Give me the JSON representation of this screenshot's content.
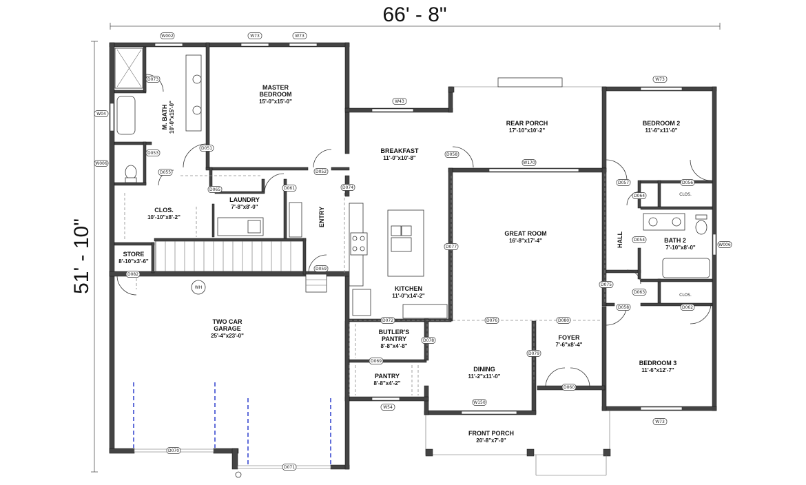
{
  "dimensions": {
    "width": "66' - 8\"",
    "depth": "51' - 10\""
  },
  "rooms": {
    "master_bedroom": {
      "name": "MASTER",
      "name2": "BEDROOM",
      "size": "15'-0\"x15'-0\""
    },
    "m_bath": {
      "name": "M. BATH",
      "size": "10'-0\"x15'-0\""
    },
    "breakfast": {
      "name": "BREAKFAST",
      "size": "11'-0\"x10'-8\""
    },
    "rear_porch": {
      "name": "REAR PORCH",
      "size": "17'-10\"x10'-2\""
    },
    "bedroom2": {
      "name": "BEDROOM 2",
      "size": "11'-6\"x11'-0\""
    },
    "laundry": {
      "name": "LAUNDRY",
      "size": "7'-8\"x8'-0\""
    },
    "clos": {
      "name": "CLOS.",
      "size": "10'-10\"x8'-2\""
    },
    "entry": {
      "name": "ENTRY"
    },
    "great_room": {
      "name": "GREAT ROOM",
      "size": "16'-8\"x17'-4\""
    },
    "hall": {
      "name": "HALL"
    },
    "bath2": {
      "name": "BATH 2",
      "size": "7'-10\"x8'-0\""
    },
    "store": {
      "name": "STORE",
      "size": "8'-10\"x3'-6\""
    },
    "kitchen": {
      "name": "KITCHEN",
      "size": "11'-0\"x14'-2\""
    },
    "two_car_garage": {
      "name": "TWO CAR",
      "name2": "GARAGE",
      "size": "25'-4\"x23'-0\""
    },
    "butlers_pantry": {
      "name": "BUTLER'S",
      "name2": "PANTRY",
      "size": "8'-8\"x4'-8\""
    },
    "foyer": {
      "name": "FOYER",
      "size": "7'-6\"x8'-4\""
    },
    "dining": {
      "name": "DINING",
      "size": "11'-2\"x11'-0\""
    },
    "pantry": {
      "name": "PANTRY",
      "size": "8'-8\"x4'-2\""
    },
    "bedroom3": {
      "name": "BEDROOM 3",
      "size": "11'-6\"x12'-7\""
    },
    "front_porch": {
      "name": "FRONT PORCH",
      "size": "20'-8\"x7'-0\""
    }
  },
  "fixtures": {
    "water_heater": "WH",
    "clos_small": "CLOS."
  },
  "tags": {
    "w_left": "W002",
    "w_top1": "W73",
    "w_top2": "W73",
    "w_bath_side": "W04",
    "w_wc_side": "W006",
    "w_breakfast": "W43",
    "w_rear_porch": "W170",
    "w_bed2_top": "W73",
    "w_bath2_side": "W006",
    "w_pantry": "W54",
    "w_dining": "W150",
    "w_bed3_bottom": "W73",
    "d073": "D073",
    "d053": "D053",
    "d055": "D055",
    "d051": "D051",
    "d052": "D052",
    "d065": "D065",
    "d061": "D061",
    "d074": "D074",
    "d058": "D058",
    "d057": "D057",
    "d056": "D056",
    "d064": "D064",
    "d054": "D054",
    "d077": "D077",
    "d059": "D059",
    "d075": "D075",
    "d063": "D063",
    "d058b": "D058",
    "d062": "D062",
    "d072": "D072",
    "d076": "D076",
    "d080": "D080",
    "d078": "D078",
    "d079": "D079",
    "d069": "D069",
    "d060": "D060",
    "d070": "D070",
    "d071": "D071",
    "d082": "D082"
  }
}
